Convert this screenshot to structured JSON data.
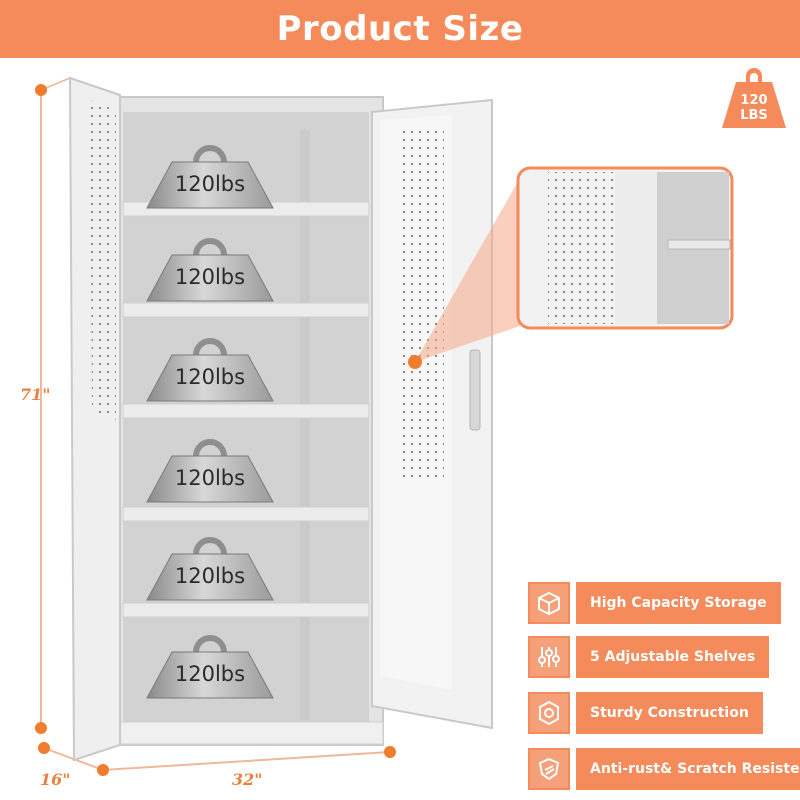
{
  "header": {
    "title": "Product Size"
  },
  "badge": {
    "line1": "120",
    "line2": "LBS"
  },
  "dimensions": {
    "height": "71\"",
    "depth": "16\"",
    "width": "32\""
  },
  "shelves": [
    {
      "weight_label": "120lbs"
    },
    {
      "weight_label": "120lbs"
    },
    {
      "weight_label": "120lbs"
    },
    {
      "weight_label": "120lbs"
    },
    {
      "weight_label": "120lbs"
    },
    {
      "weight_label": "120lbs"
    }
  ],
  "features": [
    {
      "icon": "box-icon",
      "label": "High Capacity Storage"
    },
    {
      "icon": "sliders-icon",
      "label": "5 Adjustable Shelves"
    },
    {
      "icon": "hexagon-structure-icon",
      "label": "Sturdy Construction"
    },
    {
      "icon": "shield-scratch-icon",
      "label": "Anti-rust& Scratch Resistent"
    }
  ],
  "colors": {
    "accent": "#f58a5a",
    "accent_light": "#f5a078",
    "dimension": "#e8823e",
    "cabinet": "#e6e6e6"
  }
}
